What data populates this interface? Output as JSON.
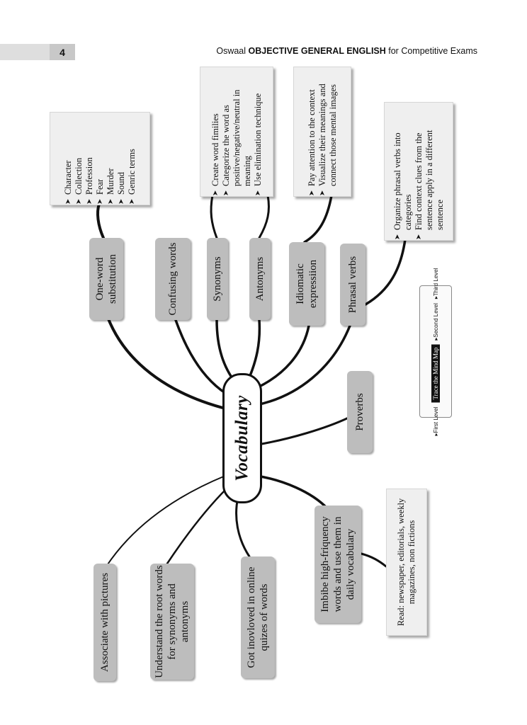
{
  "header": {
    "page_number": "4",
    "brand": "Oswaal",
    "title_bold": "OBJECTIVE GENERAL ENGLISH",
    "title_rest": " for Competitive Exams"
  },
  "center": {
    "label": "Vocabulary"
  },
  "nodes": {
    "one_word": "One-word substitution",
    "confusing": "Confusing words",
    "synonyms": "Synonyms",
    "antonyms": "Antonyms",
    "idiomatic": "Idiomatic expressiion",
    "phrasal": "Phrasal verbs",
    "proverbs": "Proverbs",
    "imbibe": "Imbibe high-friquency words and use them in daily vocabulary",
    "online": "Got inovloved in online quizes of words",
    "root": "Understand the root words for synonyms and antonyms",
    "pictures": "Associate with pictures"
  },
  "notes": {
    "one_word": [
      "Character",
      "Collection",
      "Profession",
      "Fear",
      "Murder",
      "Sound",
      "Genric terms"
    ],
    "synonyms": [
      "Create word fimilies",
      "Categorize the word as positive/negative/neutral in meaning",
      "Use elimination technique"
    ],
    "idiomatic": [
      "Pay attention to the context",
      "Visualize their meanings and connect those mental images"
    ],
    "phrasal": [
      "Organize phrasal verbs into categories",
      "Find context clues from the sentence apply in a different sentence"
    ],
    "read": "Read: newspaper, editorials, weekly magazines, non fictions"
  },
  "legend": {
    "title": "Trace the Mind Map",
    "levels": [
      "First Level",
      "Second Level",
      "Third Level"
    ]
  }
}
